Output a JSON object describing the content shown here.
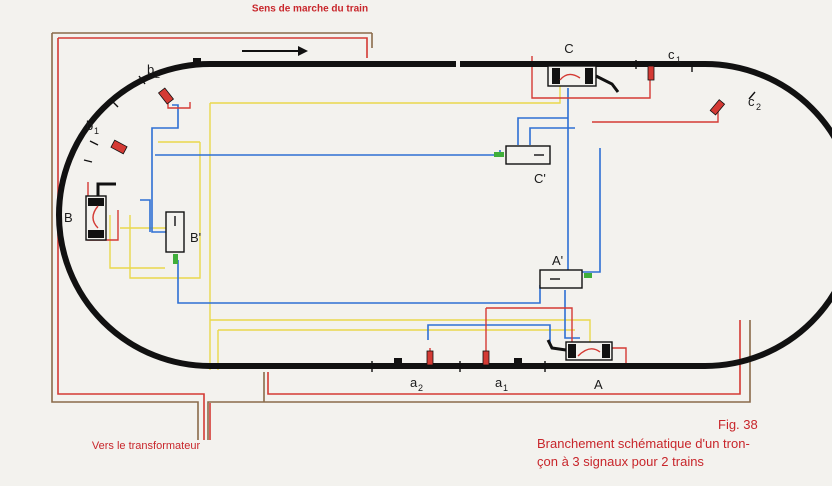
{
  "header": {
    "title": "Sens de marche du train"
  },
  "caption": {
    "fig": "Fig. 38",
    "line1": "Branchement schématique d'un tron-",
    "line2": "çon à 3 signaux pour 2 trains"
  },
  "transformer_label": "Vers le transformateur",
  "labels": {
    "A": "A",
    "A_prime": "A'",
    "B": "B",
    "B_prime": "B'",
    "C": "C",
    "C_prime": "C'",
    "a": "a",
    "b": "b",
    "c": "c",
    "sub1": "1",
    "sub2": "2"
  },
  "colors": {
    "track": "#111111",
    "red_wire": "#d43a34",
    "blue_wire": "#2e6fd4",
    "yellow_wire": "#e9d84c",
    "brown_wire": "#8a6a4a",
    "signal_green": "#3fae3a",
    "caption_red": "#c8262b"
  }
}
